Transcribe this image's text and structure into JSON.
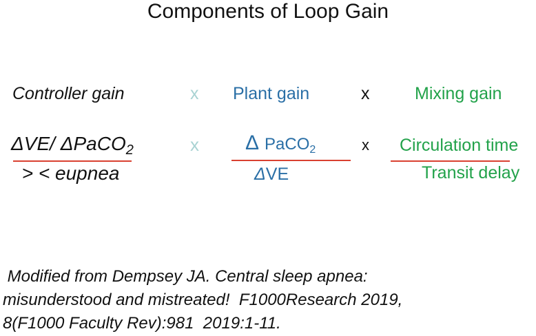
{
  "title": "Components of Loop Gain",
  "labels": {
    "controller": "Controller gain",
    "x1": "x",
    "plant": "Plant gain",
    "x2": "x",
    "mixing": "Mixing gain"
  },
  "formulas": {
    "controller_num_main": "ΔVE/ ΔPaCO",
    "controller_num_sub": "2",
    "controller_den": " > < eupnea",
    "x1": "x",
    "plant_num_delta": "Δ",
    "plant_num_main": "PaCO",
    "plant_num_sub": "2",
    "plant_den_delta": "Δ",
    "plant_den_rest": "VE",
    "x2": "x",
    "mixing_num": "Circulation time",
    "mixing_den": "Transit delay"
  },
  "citation": {
    "line1": " Modified from Dempsey JA. Central sleep apnea:",
    "line2": "misunderstood and mistreated!  F1000Research 2019,",
    "line3": "8(F1000 Faculty Rev):981  2019:1-11."
  },
  "colors": {
    "controller": "#111111",
    "plant": "#2a6fa6",
    "mixing": "#22a24a",
    "x_light": "#a9d3d3",
    "fraction_line": "#d94030"
  }
}
